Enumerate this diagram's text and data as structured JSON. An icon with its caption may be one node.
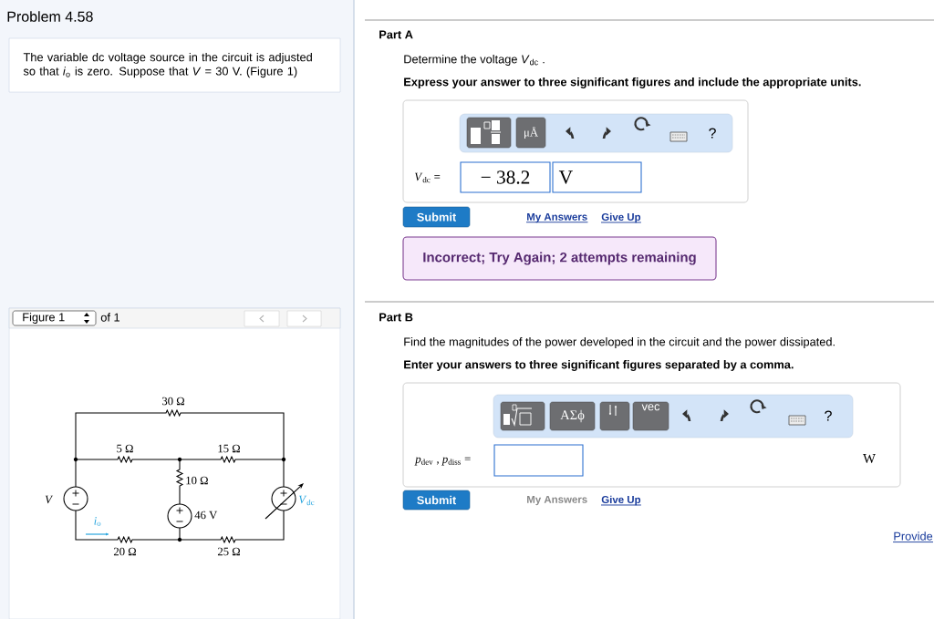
{
  "diagram": {
    "title": "Problem 4.58",
    "nodes": [
      {
        "text": [
          "The variable dc voltage source in the circuit is adjusted so that *i*$_{o}$ is zero. Suppose that *V* = 30 V. (Figure 1)"
        ]
      },
      {
        "text": [
          "Figure 1"
        ],
        "beside": [
          "of 1"
        ]
      },
      {
        "text": [],
        "shape": "box"
      },
      {
        "text": [],
        "shape": "box"
      },
      {
        "text": [
          "*V*$_{dc}$ ="
        ]
      },
      {
        "text": [
          "?"
        ],
        "in": 4
      },
      {
        "text": [],
        "shape": "box",
        "in": 5
      },
      {
        "text": [
          "μÅ"
        ],
        "in": 5
      },
      {
        "text": [
          "− 38.2"
        ],
        "in": 4
      },
      {
        "text": [
          "V"
        ],
        "in": 4
      },
      {
        "text": [
          "Submit"
        ]
      },
      {
        "text": [
          "Incorrect; Try Again; 2 attempts remaining"
        ]
      },
      {
        "text": [
          "*p*$_{dev}$ , *p*$_{diss}$ =",
          "W"
        ]
      },
      {
        "text": [
          "?"
        ],
        "in": 12
      },
      {
        "text": [],
        "shape": "box",
        "in": 13
      },
      {
        "text": [
          "ΑΣϕ"
        ],
        "in": 13
      },
      {
        "text": [],
        "shape": "box",
        "in": 13
      },
      {
        "text": [
          "vec"
        ],
        "in": 13
      },
      {
        "text": [],
        "shape": "box",
        "in": 12
      },
      {
        "text": [
          "Submit"
        ]
      }
    ],
    "labels": [
      "Part A",
      "Determine the voltage *V*$_{dc}$ .",
      "Express your answer to three significant figures and include the appropriate units.",
      "My Answers",
      "Give Up",
      "Part B",
      "Find the magnitudes of the power developed in the circuit and the power dissipated.",
      "Enter your answers to three significant figures separated by a comma.",
      "My Answers",
      "Give Up",
      "Provide",
      "30 Ω",
      "5 Ω",
      "15 Ω",
      "10 Ω",
      "V",
      "*V*$_{dc}$",
      "46 V",
      "*i*$_{o}$",
      "20 Ω",
      "25 Ω"
    ]
  }
}
